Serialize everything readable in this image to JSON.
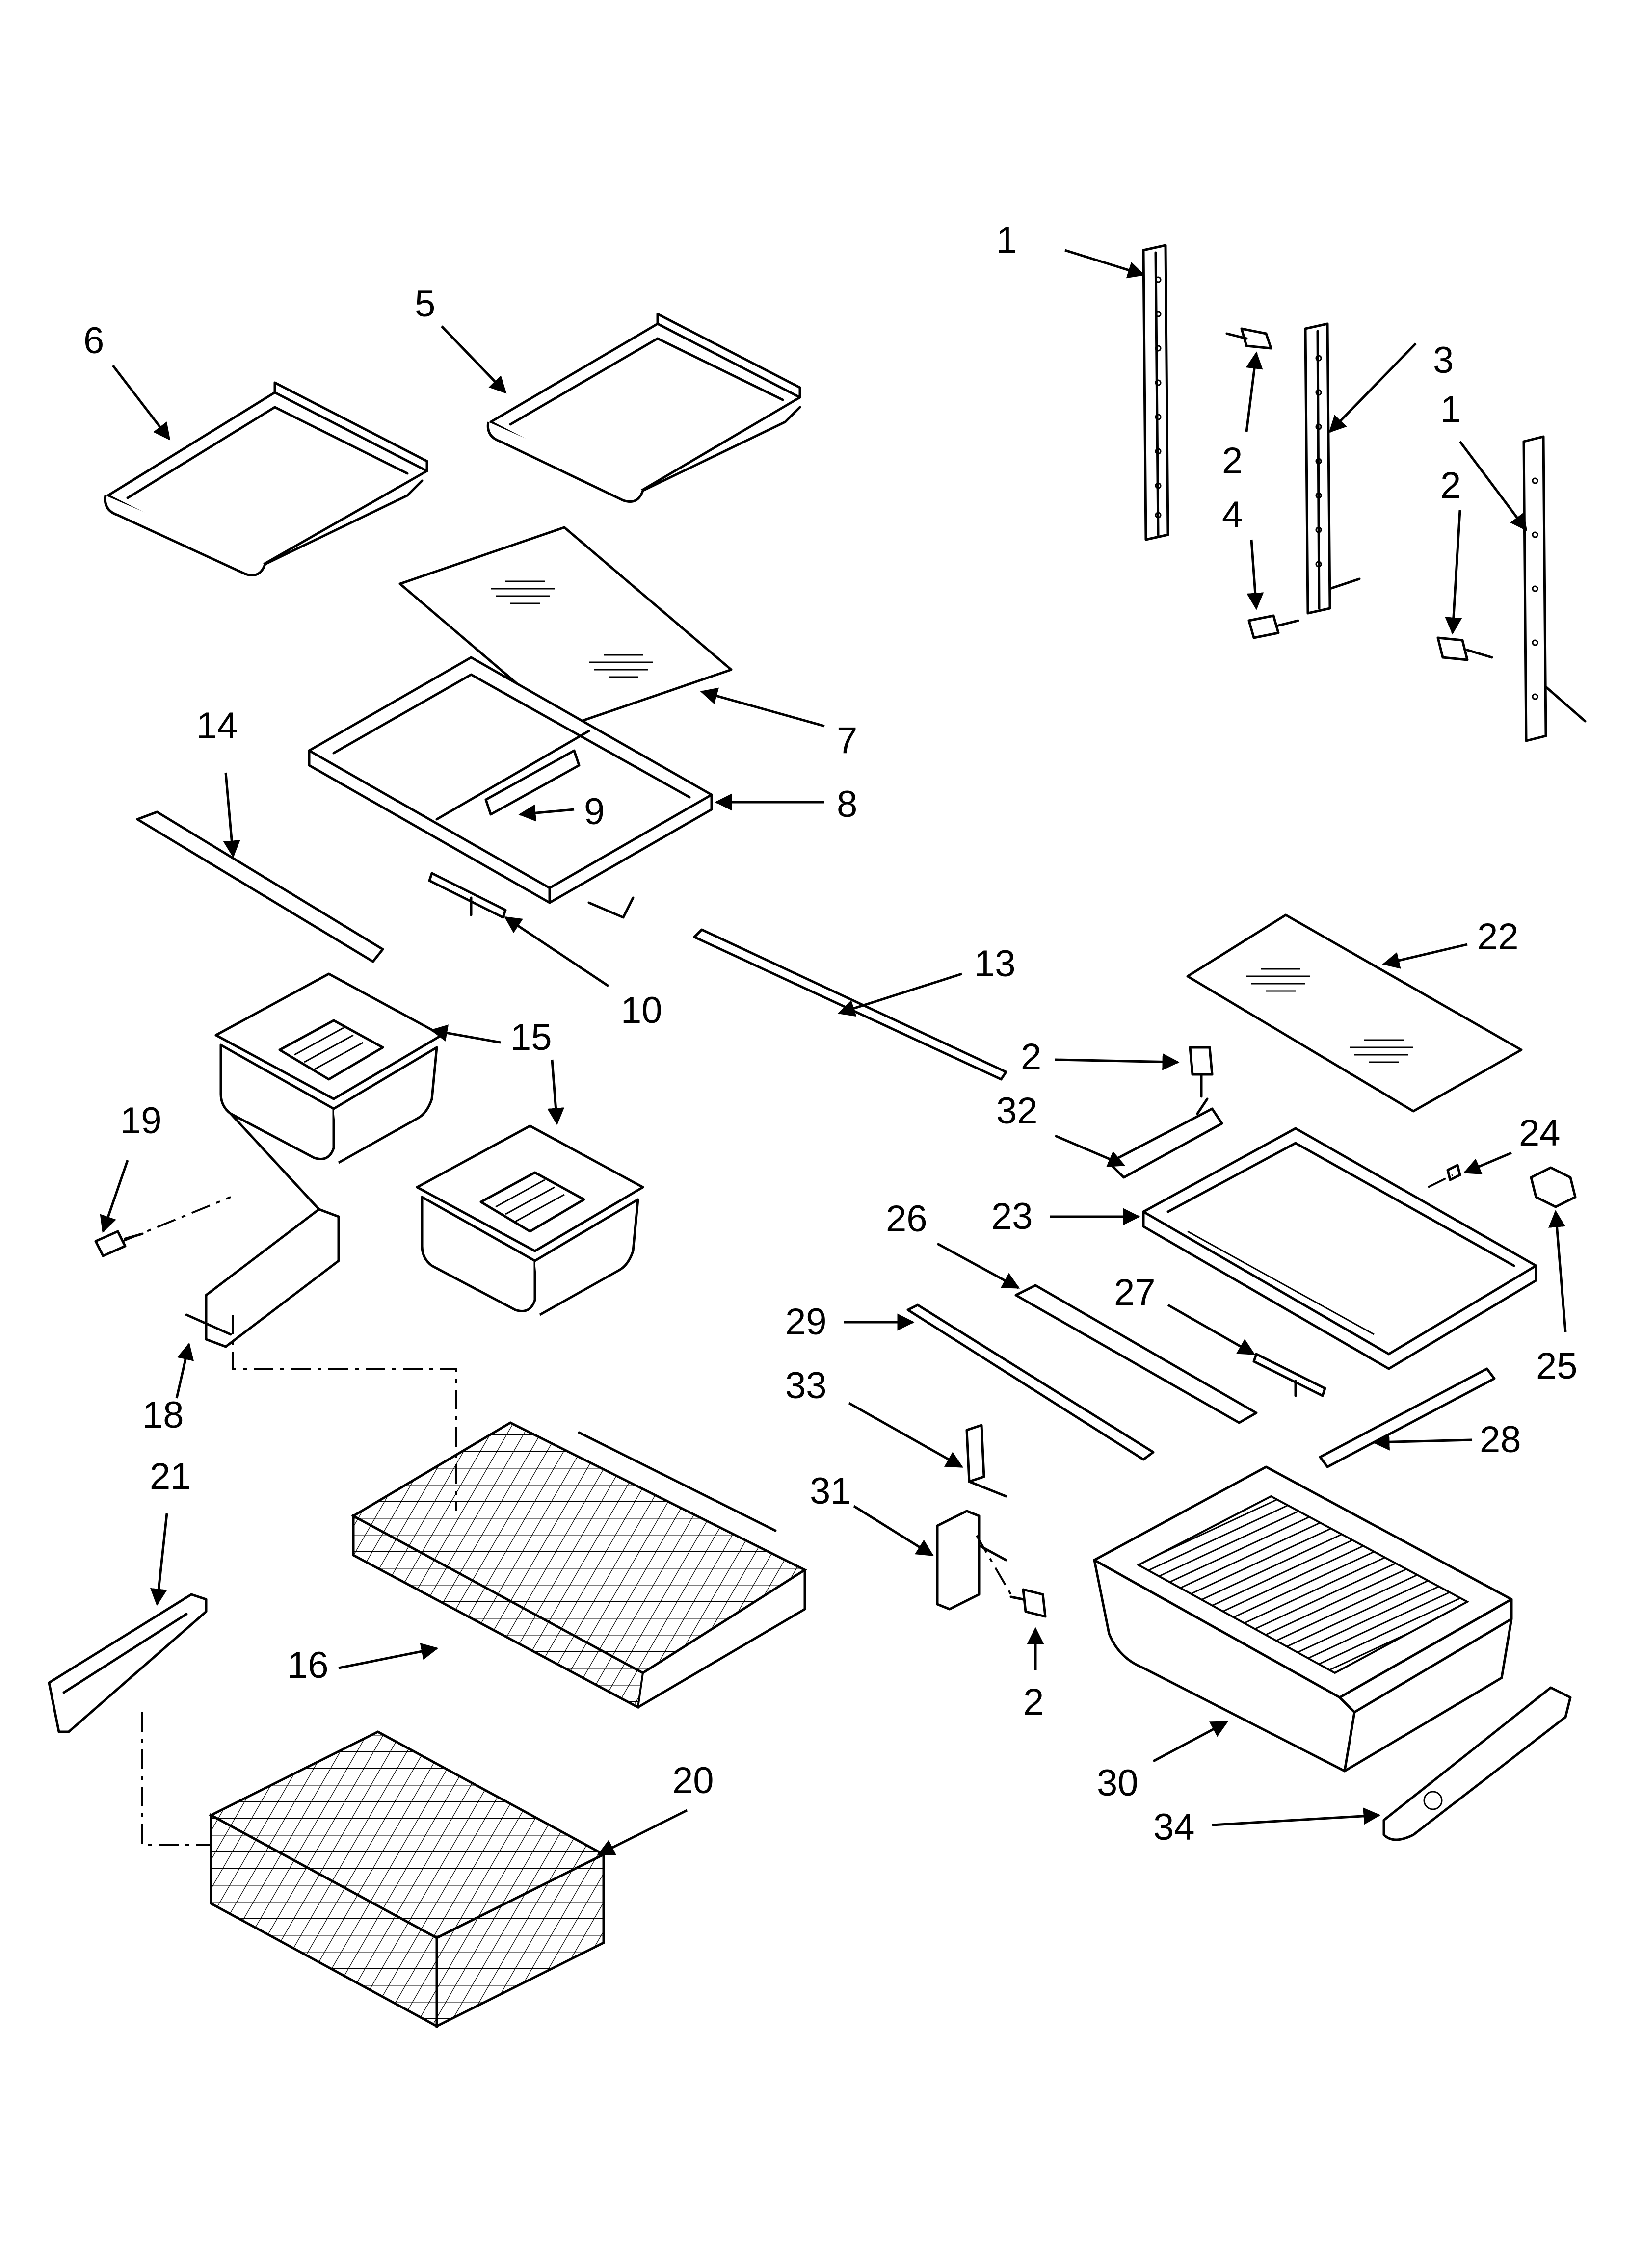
{
  "callouts": {
    "c1a": "1",
    "c1b": "1",
    "c2a": "2",
    "c2b": "2",
    "c2c": "2",
    "c2d": "2",
    "c3": "3",
    "c4": "4",
    "c5": "5",
    "c6": "6",
    "c7": "7",
    "c8": "8",
    "c9": "9",
    "c10": "10",
    "c13": "13",
    "c14": "14",
    "c15": "15",
    "c16": "16",
    "c18": "18",
    "c19": "19",
    "c20": "20",
    "c21": "21",
    "c22": "22",
    "c23": "23",
    "c24": "24",
    "c25": "25",
    "c26": "26",
    "c27": "27",
    "c28": "28",
    "c29": "29",
    "c30": "30",
    "c31": "31",
    "c32": "32",
    "c33": "33",
    "c34": "34"
  }
}
